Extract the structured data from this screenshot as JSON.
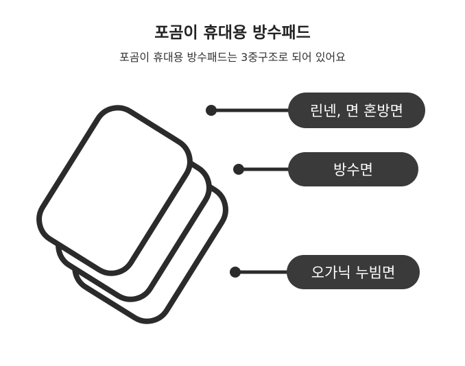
{
  "header": {
    "title": "포곰이 휴대용 방수패드",
    "subtitle": "포곰이 휴대용 방수패드는 3중구조로 되어 있어요"
  },
  "layers": [
    {
      "label": "린넨, 면 혼방면"
    },
    {
      "label": "방수면"
    },
    {
      "label": "오가닉 누빔면"
    }
  ],
  "colors": {
    "stroke": "#2b2b2b",
    "pill": "#3a3a3a"
  }
}
